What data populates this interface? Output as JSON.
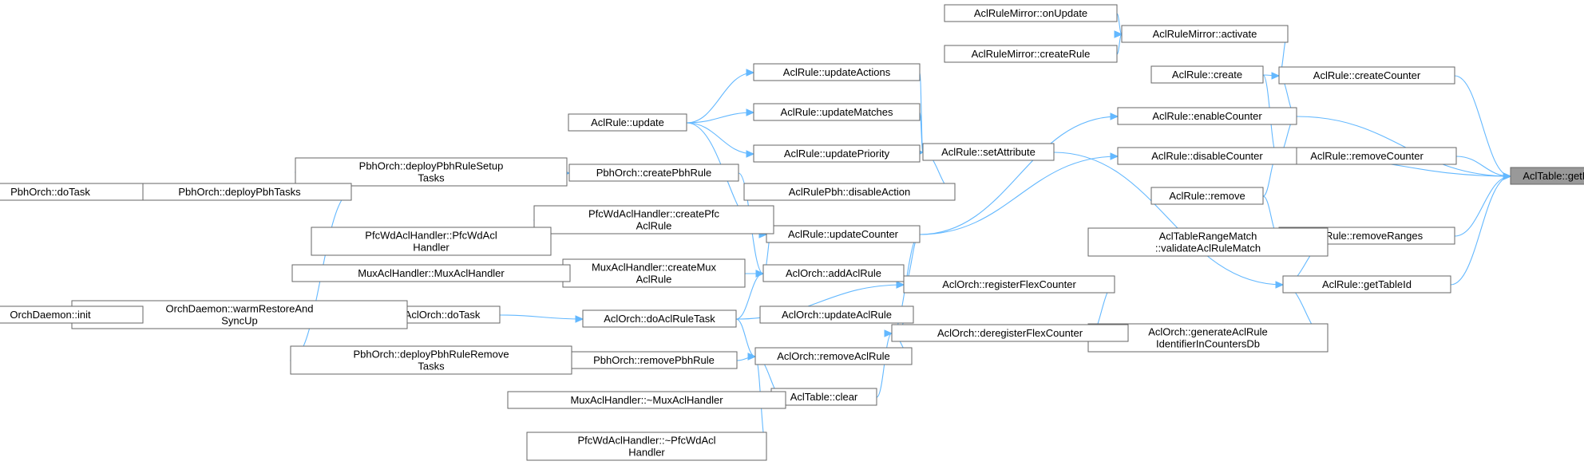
{
  "colors": {
    "edge": "#63b8ff",
    "node_border": "#666666",
    "node_fill": "#ffffff",
    "target_fill": "#999999",
    "text": "#000000"
  },
  "nodes": {
    "gettableid_target": [
      "AclTable::getId"
    ],
    "createcounter": [
      "AclRule::createCounter"
    ],
    "enablecounter": [
      "AclRule::enableCounter"
    ],
    "removecounter": [
      "AclRule::removeCounter"
    ],
    "disablecounter": [
      "AclRule::disableCounter"
    ],
    "removeranges": [
      "AclRule::removeRanges"
    ],
    "gettableid": [
      "AclRule::getTableId"
    ],
    "mirror_activate": [
      "AclRuleMirror::activate"
    ],
    "rule_create": [
      "AclRule::create"
    ],
    "rule_remove": [
      "AclRule::remove"
    ],
    "mirror_onupdate": [
      "AclRuleMirror::onUpdate"
    ],
    "mirror_createrule": [
      "AclRuleMirror::createRule"
    ],
    "setattribute": [
      "AclRule::setAttribute"
    ],
    "updatecounter": [
      "AclRule::updateCounter"
    ],
    "validate": [
      "AclTableRangeMatch",
      "::validateAclRuleMatch"
    ],
    "generate": [
      "AclOrch::generateAclRule",
      "IdentifierInCountersDb"
    ],
    "registerflex": [
      "AclOrch::registerFlexCounter"
    ],
    "deregisterflex": [
      "AclOrch::deregisterFlexCounter"
    ],
    "updateactions": [
      "AclRule::updateActions"
    ],
    "updatematches": [
      "AclRule::updateMatches"
    ],
    "updatepriority": [
      "AclRule::updatePriority"
    ],
    "disableaction": [
      "AclRulePbh::disableAction"
    ],
    "rule_update": [
      "AclRule::update"
    ],
    "addaclrule": [
      "AclOrch::addAclRule"
    ],
    "updateaclrule": [
      "AclOrch::updateAclRule"
    ],
    "removeaclrule": [
      "AclOrch::removeAclRule"
    ],
    "tableclear": [
      "AclTable::clear"
    ],
    "createpbhrule": [
      "PbhOrch::createPbhRule"
    ],
    "pfc_create": [
      "PfcWdAclHandler::createPfc",
      "AclRule"
    ],
    "mux_create": [
      "MuxAclHandler::createMux",
      "AclRule"
    ],
    "doaclruletask": [
      "AclOrch::doAclRuleTask"
    ],
    "removepbhrule": [
      "PbhOrch::removePbhRule"
    ],
    "mux_dtor": [
      "MuxAclHandler::~MuxAclHandler"
    ],
    "pfc_dtor": [
      "PfcWdAclHandler::~PfcWdAcl",
      "Handler"
    ],
    "deploy_setup": [
      "PbhOrch::deployPbhRuleSetup",
      "Tasks"
    ],
    "pfc_ctor": [
      "PfcWdAclHandler::PfcWdAcl",
      "Handler"
    ],
    "mux_ctor": [
      "MuxAclHandler::MuxAclHandler"
    ],
    "acl_dotask": [
      "AclOrch::doTask"
    ],
    "deploy_remove": [
      "PbhOrch::deployPbhRuleRemove",
      "Tasks"
    ],
    "deploy_tasks": [
      "PbhOrch::deployPbhTasks"
    ],
    "warmrestore": [
      "OrchDaemon::warmRestoreAnd",
      "SyncUp"
    ],
    "pbh_dotask": [
      "PbhOrch::doTask"
    ],
    "daemon_init": [
      "OrchDaemon::init"
    ]
  }
}
